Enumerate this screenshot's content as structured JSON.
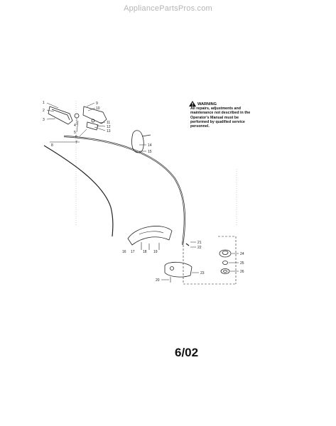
{
  "watermark": "AppliancePartsPros.com",
  "warning": {
    "title": "WARNING",
    "text": "All repairs, adjustments and maintenance not described in the Operator's Manual must be performed by qualified service personnel."
  },
  "date_code": "6/02",
  "callouts": {
    "c1": "1",
    "c2": "2",
    "c3": "3",
    "c4": "4",
    "c5": "5",
    "c6": "6",
    "c7": "7",
    "c8": "8",
    "c9": "9",
    "c10": "10",
    "c11": "11",
    "c12": "12",
    "c13": "13",
    "c14": "14",
    "c15": "15",
    "c16": "16",
    "c17": "17",
    "c18": "18",
    "c19": "19",
    "c20": "20",
    "c21": "21",
    "c22": "22",
    "c23": "23",
    "c24": "24",
    "c25": "25",
    "c26": "26"
  }
}
